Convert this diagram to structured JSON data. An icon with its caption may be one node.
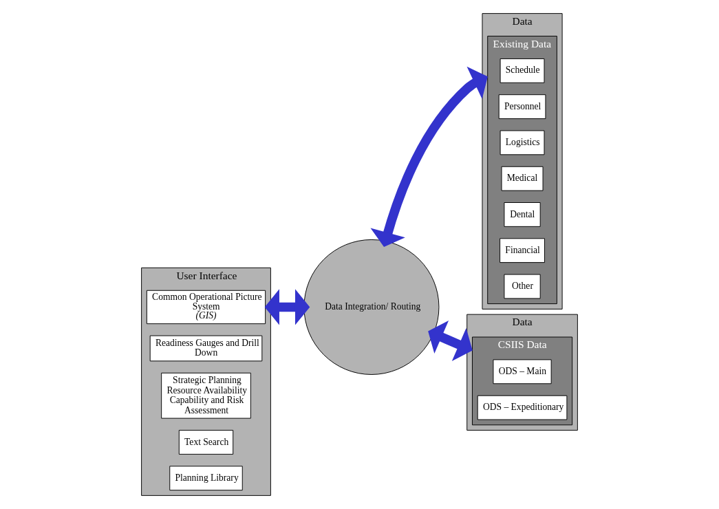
{
  "diagram": {
    "nodes": [
      {
        "text": [
          "User Interface"
        ]
      },
      {
        "text": [
          "Common Operational Picture System",
          "(GIS)"
        ],
        "in": 0
      },
      {
        "text": [
          "Readiness Gauges and Drill Down"
        ],
        "in": 0
      },
      {
        "text": [
          "Strategic Planning Resource Availability Capability and Risk Assessment"
        ],
        "in": 0
      },
      {
        "text": [
          "Text Search"
        ],
        "in": 0
      },
      {
        "text": [
          "Planning Library"
        ],
        "in": 0
      },
      {
        "text": [
          "Data Integration/ Routing"
        ]
      },
      {
        "text": [
          "Data"
        ]
      },
      {
        "text": [
          "Existing Data"
        ],
        "in": 7
      },
      {
        "text": [
          "Schedule"
        ],
        "in": 8
      },
      {
        "text": [
          "Personnel"
        ],
        "in": 8
      },
      {
        "text": [
          "Logistics"
        ],
        "in": 8
      },
      {
        "text": [
          "Medical"
        ],
        "in": 8
      },
      {
        "text": [
          "Dental"
        ],
        "in": 8
      },
      {
        "text": [
          "Financial"
        ],
        "in": 8
      },
      {
        "text": [
          "Other"
        ],
        "in": 8
      },
      {
        "text": [
          "Data"
        ]
      },
      {
        "text": [
          "CSIIS Data"
        ],
        "in": 16
      },
      {
        "text": [
          "ODS – Main"
        ],
        "in": 17
      },
      {
        "text": [
          "ODS – Expeditionary"
        ],
        "in": 17
      }
    ],
    "edges": [
      {
        "from": 0,
        "to": 6,
        "arrow": "both"
      },
      {
        "from": 6,
        "to": 7,
        "arrow": "both"
      },
      {
        "from": 6,
        "to": 16,
        "arrow": "both"
      }
    ]
  }
}
